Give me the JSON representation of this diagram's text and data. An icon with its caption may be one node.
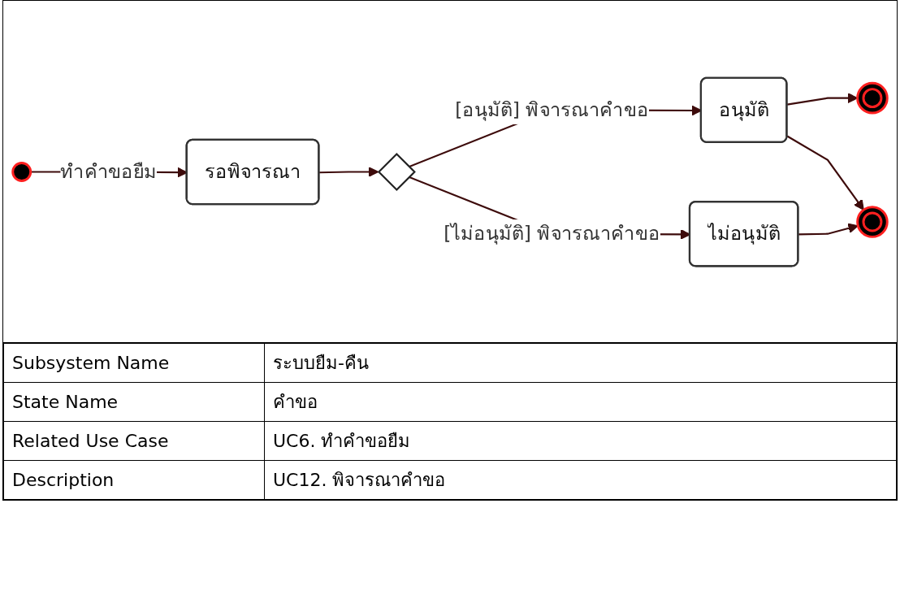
{
  "diagram": {
    "nodes": [
      {
        "text": [],
        "shape": "circle"
      },
      {
        "text": [
          "รอพิจารณา"
        ]
      },
      {
        "text": [],
        "shape": "diamond"
      },
      {
        "text": [
          "อนุมัติ"
        ]
      },
      {
        "text": [],
        "shape": "circle"
      },
      {
        "text": [
          "ไม่อนุมัติ"
        ]
      },
      {
        "text": [],
        "shape": "circle"
      }
    ],
    "edges": [
      {
        "from": 0,
        "to": 1,
        "arrow": "to",
        "label": "ทำคำขอยืม"
      },
      {
        "from": 1,
        "to": 2,
        "arrow": "to"
      },
      {
        "from": 2,
        "to": 3,
        "arrow": "to",
        "label": "[อนุมัติ] พิจารณาคำขอ"
      },
      {
        "from": 3,
        "to": 4,
        "arrow": "to"
      },
      {
        "from": 2,
        "to": 5,
        "arrow": "to",
        "label": "[ไม่อนุมัติ] พิจารณาคำขอ"
      },
      {
        "from": 5,
        "to": 6,
        "arrow": "to"
      },
      {
        "from": 3,
        "to": 6,
        "arrow": "to"
      }
    ],
    "labels": [
      "Subsystem Name",
      "ระบบยืม-คืน",
      "State Name",
      "คำขอ",
      "Related Use Case",
      "UC6. ทำคำขอยืม",
      "Description",
      "UC12. พิจารณาคำขอ"
    ]
  }
}
